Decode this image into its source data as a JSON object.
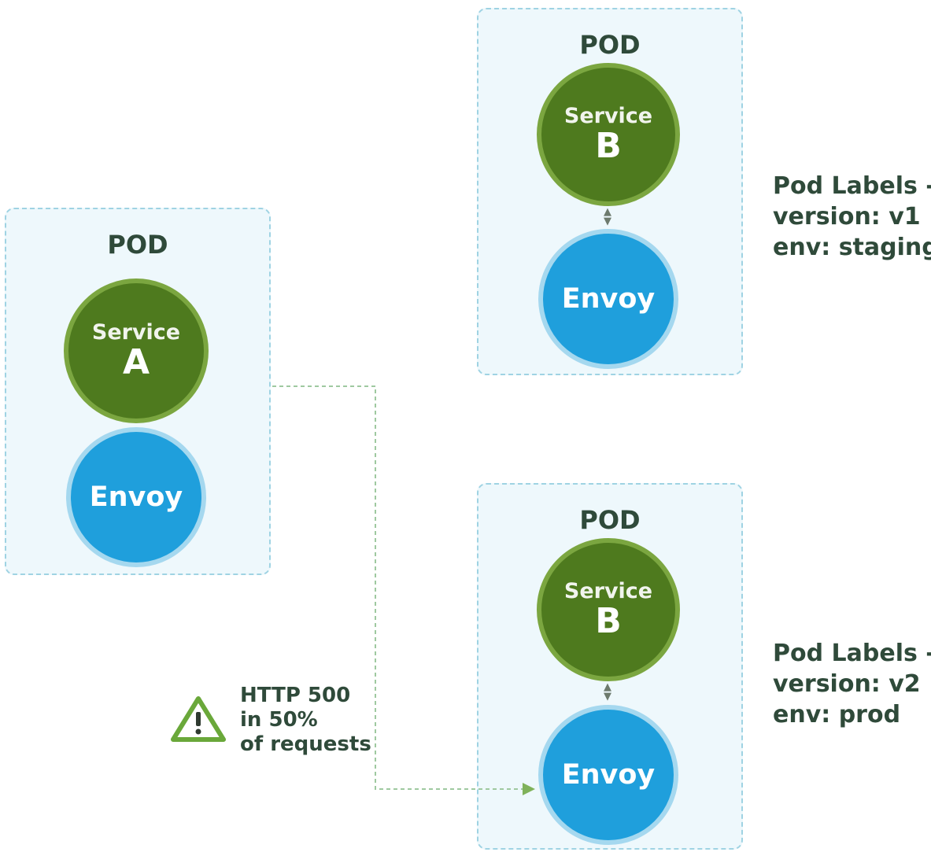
{
  "pods": [
    {
      "title": "POD",
      "service": {
        "line1": "Service",
        "line2": "A"
      },
      "envoy": "Envoy"
    },
    {
      "title": "POD",
      "service": {
        "line1": "Service",
        "line2": "B"
      },
      "envoy": "Envoy",
      "labels": [
        "Pod Labels -",
        "version: v1",
        "env: staging"
      ]
    },
    {
      "title": "POD",
      "service": {
        "line1": "Service",
        "line2": "B"
      },
      "envoy": "Envoy",
      "labels": [
        "Pod Labels -",
        "version: v2",
        "env: prod"
      ]
    }
  ],
  "fault": {
    "lines": [
      "HTTP 500",
      "in 50%",
      "of requests"
    ],
    "icon": "warning-triangle-icon"
  },
  "colors": {
    "service_fill": "#4e7a1e",
    "service_ring": "#7ba640",
    "envoy_fill": "#1f9fdc",
    "envoy_ring": "#a5d8ef",
    "pod_bg": "#eef8fc",
    "pod_border": "#9fd3e3",
    "text": "#2f4a3a",
    "warning": "#6aa83a"
  }
}
